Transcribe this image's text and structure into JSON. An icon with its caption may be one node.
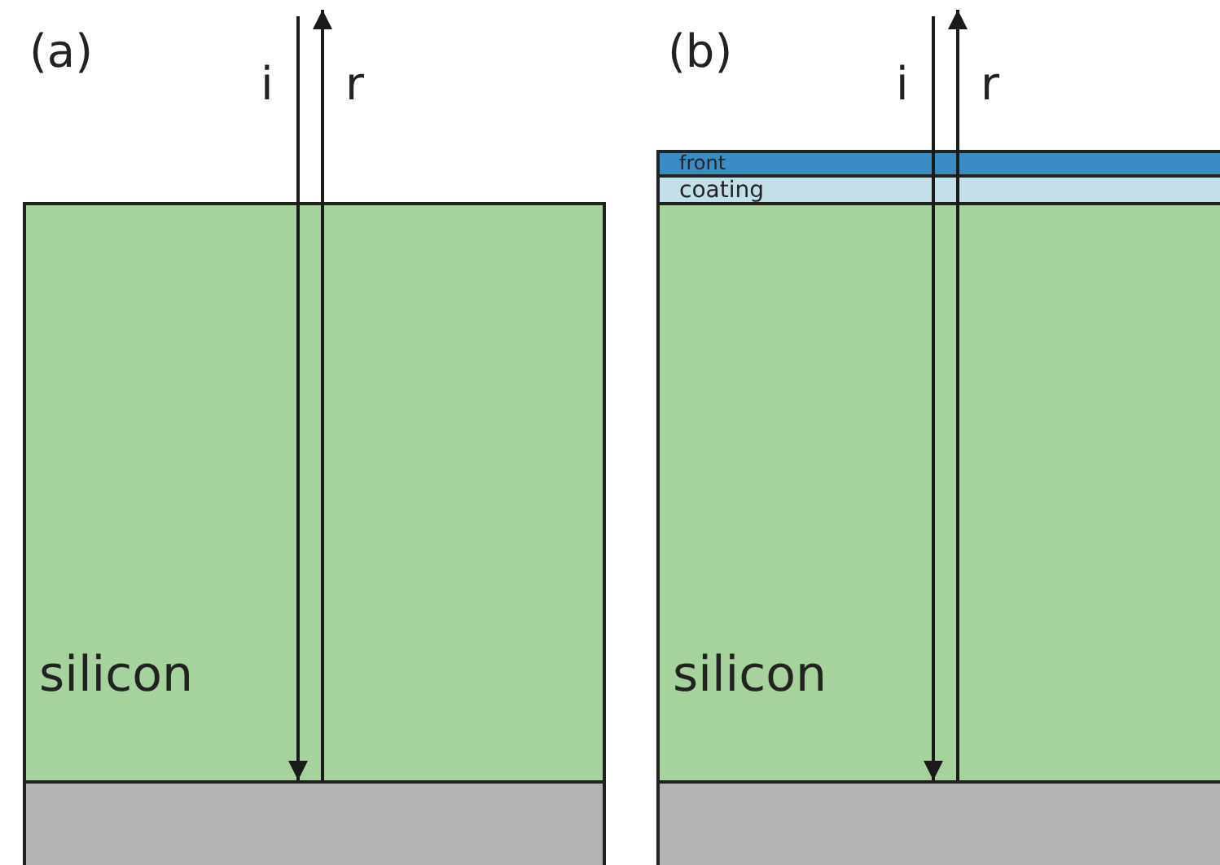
{
  "diagram": {
    "nodes": [
      {
        "text": [
          "silicon"
        ]
      },
      {
        "text": [],
        "shape": "box"
      },
      {
        "text": [
          "front"
        ]
      },
      {
        "text": [
          "coating"
        ]
      },
      {
        "text": [
          "silicon"
        ]
      },
      {
        "text": [],
        "shape": "box"
      }
    ],
    "edges": [
      {
        "from": null,
        "to": 1,
        "arrow": "to",
        "label": "i"
      },
      {
        "from": 1,
        "to": null,
        "arrow": "to",
        "label": "r"
      },
      {
        "from": null,
        "to": 5,
        "arrow": "to",
        "label": "i"
      },
      {
        "from": 5,
        "to": null,
        "arrow": "to",
        "label": "r"
      }
    ],
    "labels": [
      "(a)",
      "(b)"
    ]
  }
}
